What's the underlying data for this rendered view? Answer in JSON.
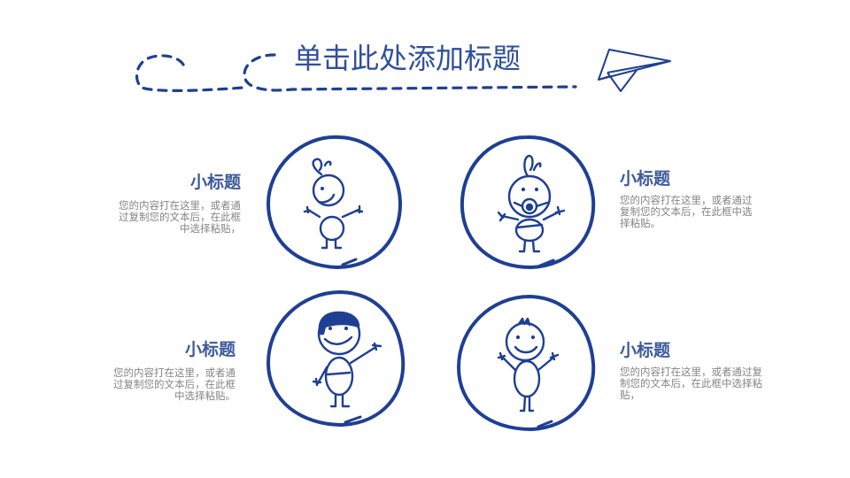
{
  "slide": {
    "title": "单击此处添加标题",
    "colors": {
      "accent": "#1e3f94",
      "title": "#2f4f9d",
      "subtitle": "#3d5a9a",
      "body": "#858585",
      "background": "#ffffff"
    }
  },
  "items": [
    {
      "position": "top-left",
      "subtitle": "小标题",
      "lines": [
        "您的内容打在这里，或者通",
        "过复制您的文本后，在此框",
        "中选择粘贴，"
      ],
      "icon": "stick-figure-curl-hair-icon"
    },
    {
      "position": "top-right",
      "subtitle": "小标题",
      "lines": [
        "您的内容打在这里，或者通过",
        "复制您的文本后，在此框中选",
        "择粘贴。"
      ],
      "icon": "stick-figure-pacifier-baby-icon"
    },
    {
      "position": "bottom-left",
      "subtitle": "小标题",
      "lines": [
        "您的内容打在这里，或者通",
        "过复制您的文本后，在此框",
        "中选择粘贴。"
      ],
      "icon": "stick-figure-waving-boy-icon"
    },
    {
      "position": "bottom-right",
      "subtitle": "小标题",
      "lines": [
        "您的内容打在这里，或者通过复",
        "制您的文本后，在此框中选择粘",
        "贴，"
      ],
      "icon": "stick-figure-cheering-kid-icon"
    }
  ]
}
